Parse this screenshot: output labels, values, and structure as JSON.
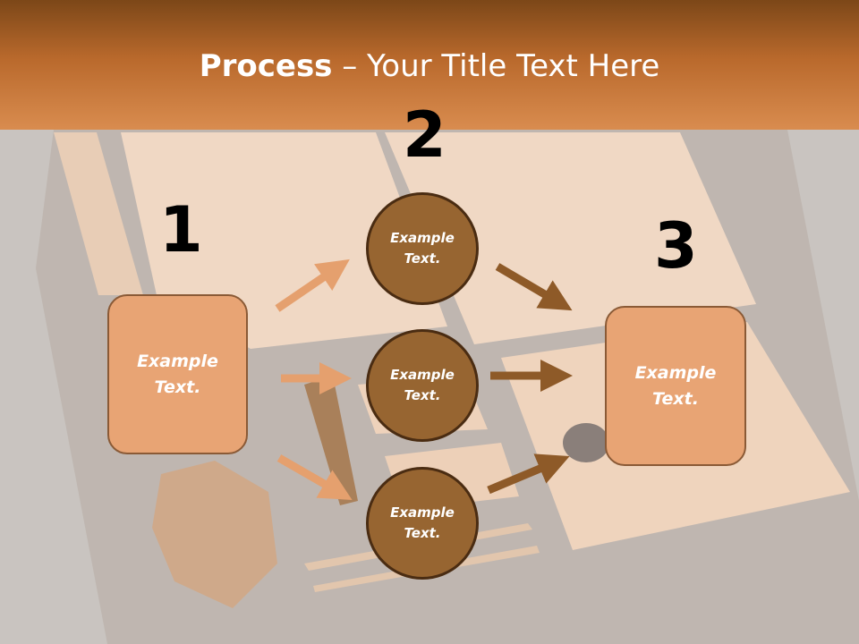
{
  "slide": {
    "title_bold": "Process",
    "title_rest": " – Your Title Text Here"
  },
  "steps": [
    {
      "number": "1",
      "text_line1": "Example",
      "text_line2": "Text."
    },
    {
      "number": "2"
    },
    {
      "number": "3",
      "text_line1": "Example",
      "text_line2": "Text."
    }
  ],
  "circles": [
    {
      "text_line1": "Example",
      "text_line2": "Text."
    },
    {
      "text_line1": "Example",
      "text_line2": "Text."
    },
    {
      "text_line1": "Example",
      "text_line2": "Text."
    }
  ],
  "colors": {
    "header_dark": "#7c4718",
    "header_light": "#d98c4f",
    "box_fill": "#e8a474",
    "circle_fill": "#976531",
    "arrow_light": "#e5a06e",
    "arrow_dark": "#8e5a28"
  }
}
